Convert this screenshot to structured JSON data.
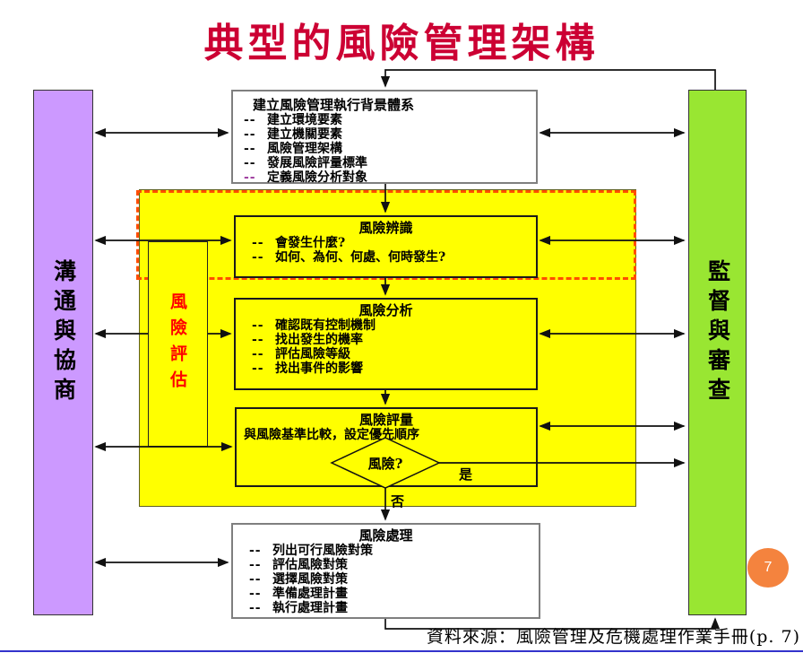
{
  "title": "典型的風險管理架構",
  "bullet": "--",
  "left_bar": {
    "label": "溝通與協商"
  },
  "right_bar": {
    "label": "監督與審查"
  },
  "context_box": {
    "title": "建立風險管理執行背景體系",
    "items": [
      "建立環境要素",
      "建立機關要素",
      "風險管理架構",
      "發展風險評量標準",
      "定義風險分析對象"
    ]
  },
  "assess_label": "風險評估",
  "identify_box": {
    "title": "風險辨識",
    "items": [
      "會發生什麼?",
      "如何、為何、何處、何時發生?"
    ]
  },
  "analyze_box": {
    "title": "風險分析",
    "items": [
      "確認既有控制機制",
      "找出發生的機率",
      "評估風險等級",
      "找出事件的影響"
    ]
  },
  "evaluate_box": {
    "title": "風險評量",
    "subtitle": "與風險基準比較，設定優先順序",
    "decision": "風險?",
    "yes_label": "是",
    "no_label": "否"
  },
  "treat_box": {
    "title": "風險處理",
    "items": [
      "列出可行風險對策",
      "評估風險對策",
      "選擇風險對策",
      "準備處理計畫",
      "執行處理計畫"
    ]
  },
  "caption": "資料來源：風險管理及危機處理作業手冊(p. 7)",
  "page_number": "7",
  "colors": {
    "title_text": "#CC0033",
    "left_bar": "#CC99FF",
    "right_bar": "#99E632",
    "highlight_region": "#FFFF00",
    "dashed_border": "#FF4D00",
    "assess_text": "#FF0000",
    "purple_dash": "#993399",
    "page_badge": "#F4833E",
    "bottom_rule": "#3333CC"
  }
}
